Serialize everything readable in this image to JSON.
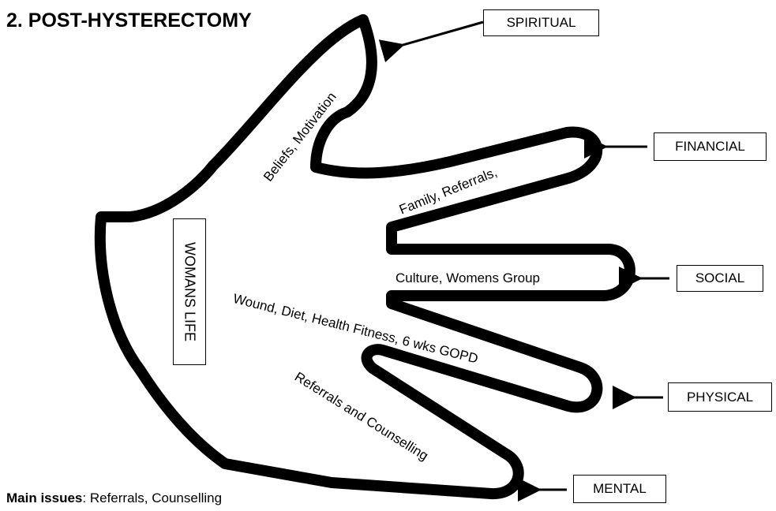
{
  "title": "2. POST-HYSTERECTOMY",
  "main_issues": {
    "label": "Main issues",
    "separator": ":",
    "text": " Referrals, Counselling"
  },
  "center_label": "WOMANS LIFE",
  "categories": {
    "spiritual": "SPIRITUAL",
    "financial": "FINANCIAL",
    "social": "SOCIAL",
    "physical": "PHYSICAL",
    "mental": "MENTAL"
  },
  "finger_labels": {
    "thumb": "Beliefs, Motivation",
    "index": "Family, Referrals,",
    "middle": "Culture, Womens Group",
    "ring": "Wound, Diet, Health Fitness, 6 wks GOPD",
    "little": "Referrals and Counselling"
  },
  "colors": {
    "outline": "#000000",
    "background": "#ffffff"
  }
}
